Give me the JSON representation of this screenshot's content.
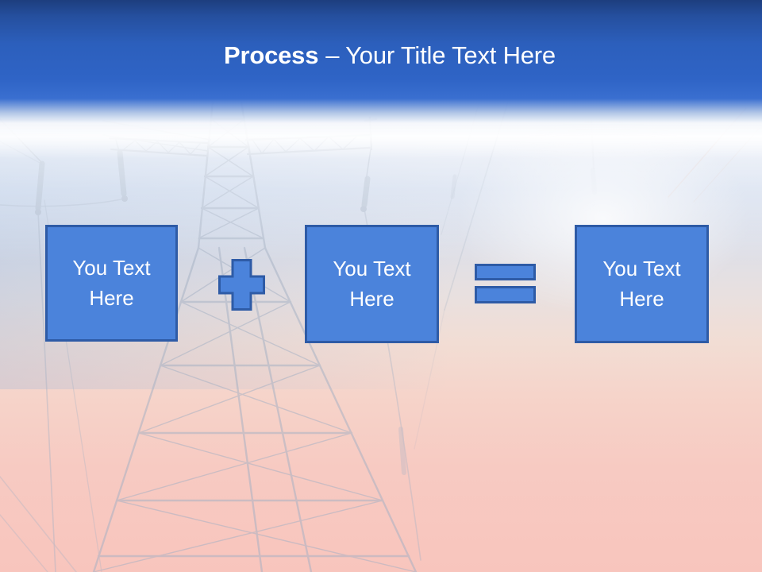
{
  "slide": {
    "title": {
      "bold": "Process",
      "rest": "– Your Title Text Here"
    },
    "boxes": [
      {
        "label": "You Text Here"
      },
      {
        "label": "You Text Here"
      },
      {
        "label": "You Text Here"
      }
    ],
    "operators": {
      "plus_icon": "plus-icon",
      "equals_icon": "equals-icon"
    },
    "background": {
      "description": "faded power transmission tower photo",
      "tower_silhouette_color": "#a4b1c4",
      "sky_blue": "#d3ddee",
      "sunset_pink": "#f8c5bd"
    },
    "colors": {
      "header_top": "#1d3e7e",
      "header_blue": "#2f64c6",
      "title_text": "#ffffff",
      "box_fill": "#4b83db",
      "box_border": "#2e5ba6",
      "box_text": "#ffffff"
    }
  }
}
